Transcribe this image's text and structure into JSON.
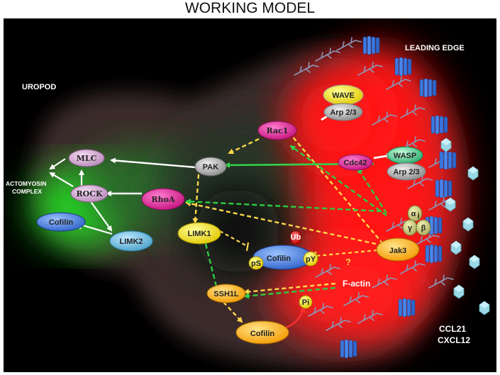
{
  "title": "WORKING MODEL",
  "regions": {
    "uropod": "UROPOD",
    "leading_edge": "LEADING EDGE",
    "actomyosin_line1": "ACTOMYOSIN",
    "actomyosin_line2": "COMPLEX",
    "chemokine_line1": "CCL21",
    "chemokine_line2": "CXCL12",
    "factin": "F-actin",
    "question": "?"
  },
  "nodes": {
    "wave": "WAVE",
    "arp23_top": "Arp 2/3",
    "rac1": "Rac1",
    "cdc42": "Cdc42",
    "wasp": "WASP",
    "arp23_bottom": "Arp 2/3",
    "pak": "PAK",
    "mlc": "MLC",
    "rock": "ROCK",
    "rhoa": "RhoA",
    "cofilin_left": "Cofilin",
    "limk2": "LIMK2",
    "limk1": "LIMK1",
    "cofilin_center": "Cofilin",
    "ub": "Ub",
    "ps": "pS",
    "py": "pY",
    "jak3": "Jak3",
    "alpha": "α",
    "alpha_sub": "i",
    "gamma": "γ",
    "beta": "β",
    "ssh1l": "SSH1L",
    "cofilin_bottom": "Cofilin",
    "pi": "Pi"
  },
  "colors": {
    "activation": "#ffffff",
    "green_activation": "#33d14a",
    "yellow_dashed": "#ffd84a",
    "green_dashed": "#2ecc40",
    "uropod_glow": "#3cff3c",
    "leading_glow": "#ff1a1a",
    "receptor": "#3b78e0"
  }
}
